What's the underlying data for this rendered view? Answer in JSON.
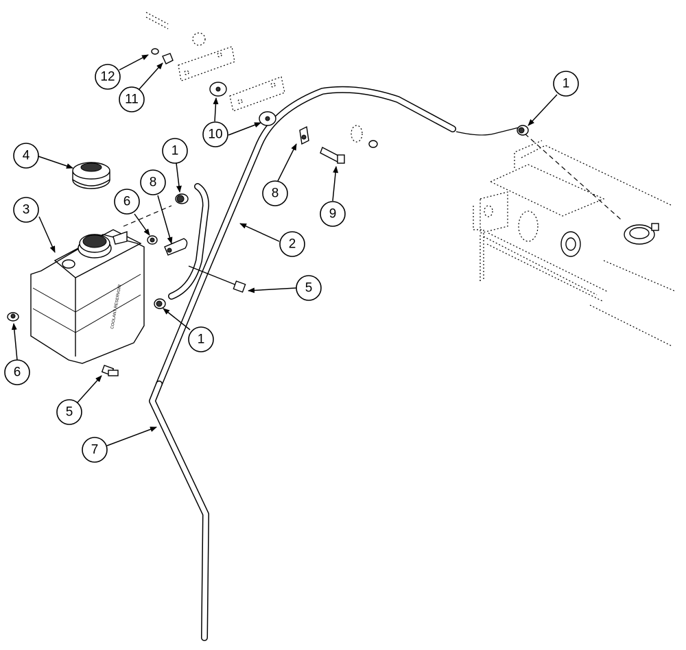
{
  "diagram": {
    "callouts": [
      {
        "id": "c1-right",
        "label": "1"
      },
      {
        "id": "c1-top",
        "label": "1"
      },
      {
        "id": "c1-bottom",
        "label": "1"
      },
      {
        "id": "c2",
        "label": "2"
      },
      {
        "id": "c3",
        "label": "3"
      },
      {
        "id": "c4",
        "label": "4"
      },
      {
        "id": "c5-right",
        "label": "5"
      },
      {
        "id": "c5-left",
        "label": "5"
      },
      {
        "id": "c6-top",
        "label": "6"
      },
      {
        "id": "c6-left",
        "label": "6"
      },
      {
        "id": "c7",
        "label": "7"
      },
      {
        "id": "c8-left",
        "label": "8"
      },
      {
        "id": "c8-right",
        "label": "8"
      },
      {
        "id": "c9",
        "label": "9"
      },
      {
        "id": "c10",
        "label": "10"
      },
      {
        "id": "c11",
        "label": "11"
      },
      {
        "id": "c12",
        "label": "12"
      }
    ],
    "reservoir_label": "COOLANT RESERVOIR"
  }
}
